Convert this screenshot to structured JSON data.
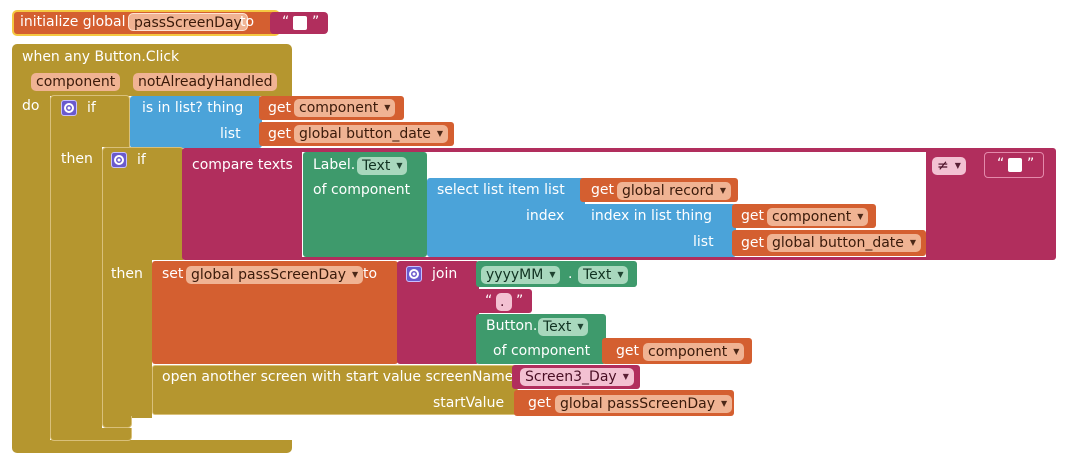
{
  "colors": {
    "control": "#b5962f",
    "variable": "#d45f30",
    "list": "#4ba3d9",
    "text": "#b12e5d",
    "component": "#3e9a6c",
    "procedure": "#7a3e93",
    "field": "#f0b393",
    "mutator": "#6a5acd"
  },
  "init": {
    "label": "initialize global",
    "name": "passScreenDay",
    "to": "to"
  },
  "event": {
    "title": "when any Button.Click",
    "params": [
      "component",
      "notAlreadyHandled"
    ],
    "do": "do"
  },
  "if1": {
    "if": "if",
    "is_in_list": "is in list?  thing",
    "list": "list",
    "get": "get",
    "thing_var": "component",
    "list_var": "global button_date",
    "then": "then"
  },
  "if2": {
    "if": "if",
    "compare": "compare texts",
    "label_comp": "Label.",
    "label_prop": "Text",
    "of_component": "of component",
    "select_item": "select list item  list",
    "index": "index",
    "get": "get",
    "record_var": "global record",
    "index_in_list": "index in list  thing",
    "component_var": "component",
    "list": "list",
    "button_date_var": "global button_date",
    "op": "≠",
    "then": "then"
  },
  "set": {
    "set": "set",
    "var": "global passScreenDay",
    "to": "to",
    "join": "join",
    "yyyy": "yyyyMM",
    "dot": ".",
    "text_prop": "Text",
    "dot_str": ".",
    "button_comp": "Button.",
    "button_prop": "Text",
    "of_component": "of component",
    "get": "get",
    "component_var": "component"
  },
  "open": {
    "label": "open another screen with start value  screenName",
    "screen": "Screen3_Day",
    "start_value": "startValue",
    "get": "get",
    "var": "global passScreenDay"
  }
}
